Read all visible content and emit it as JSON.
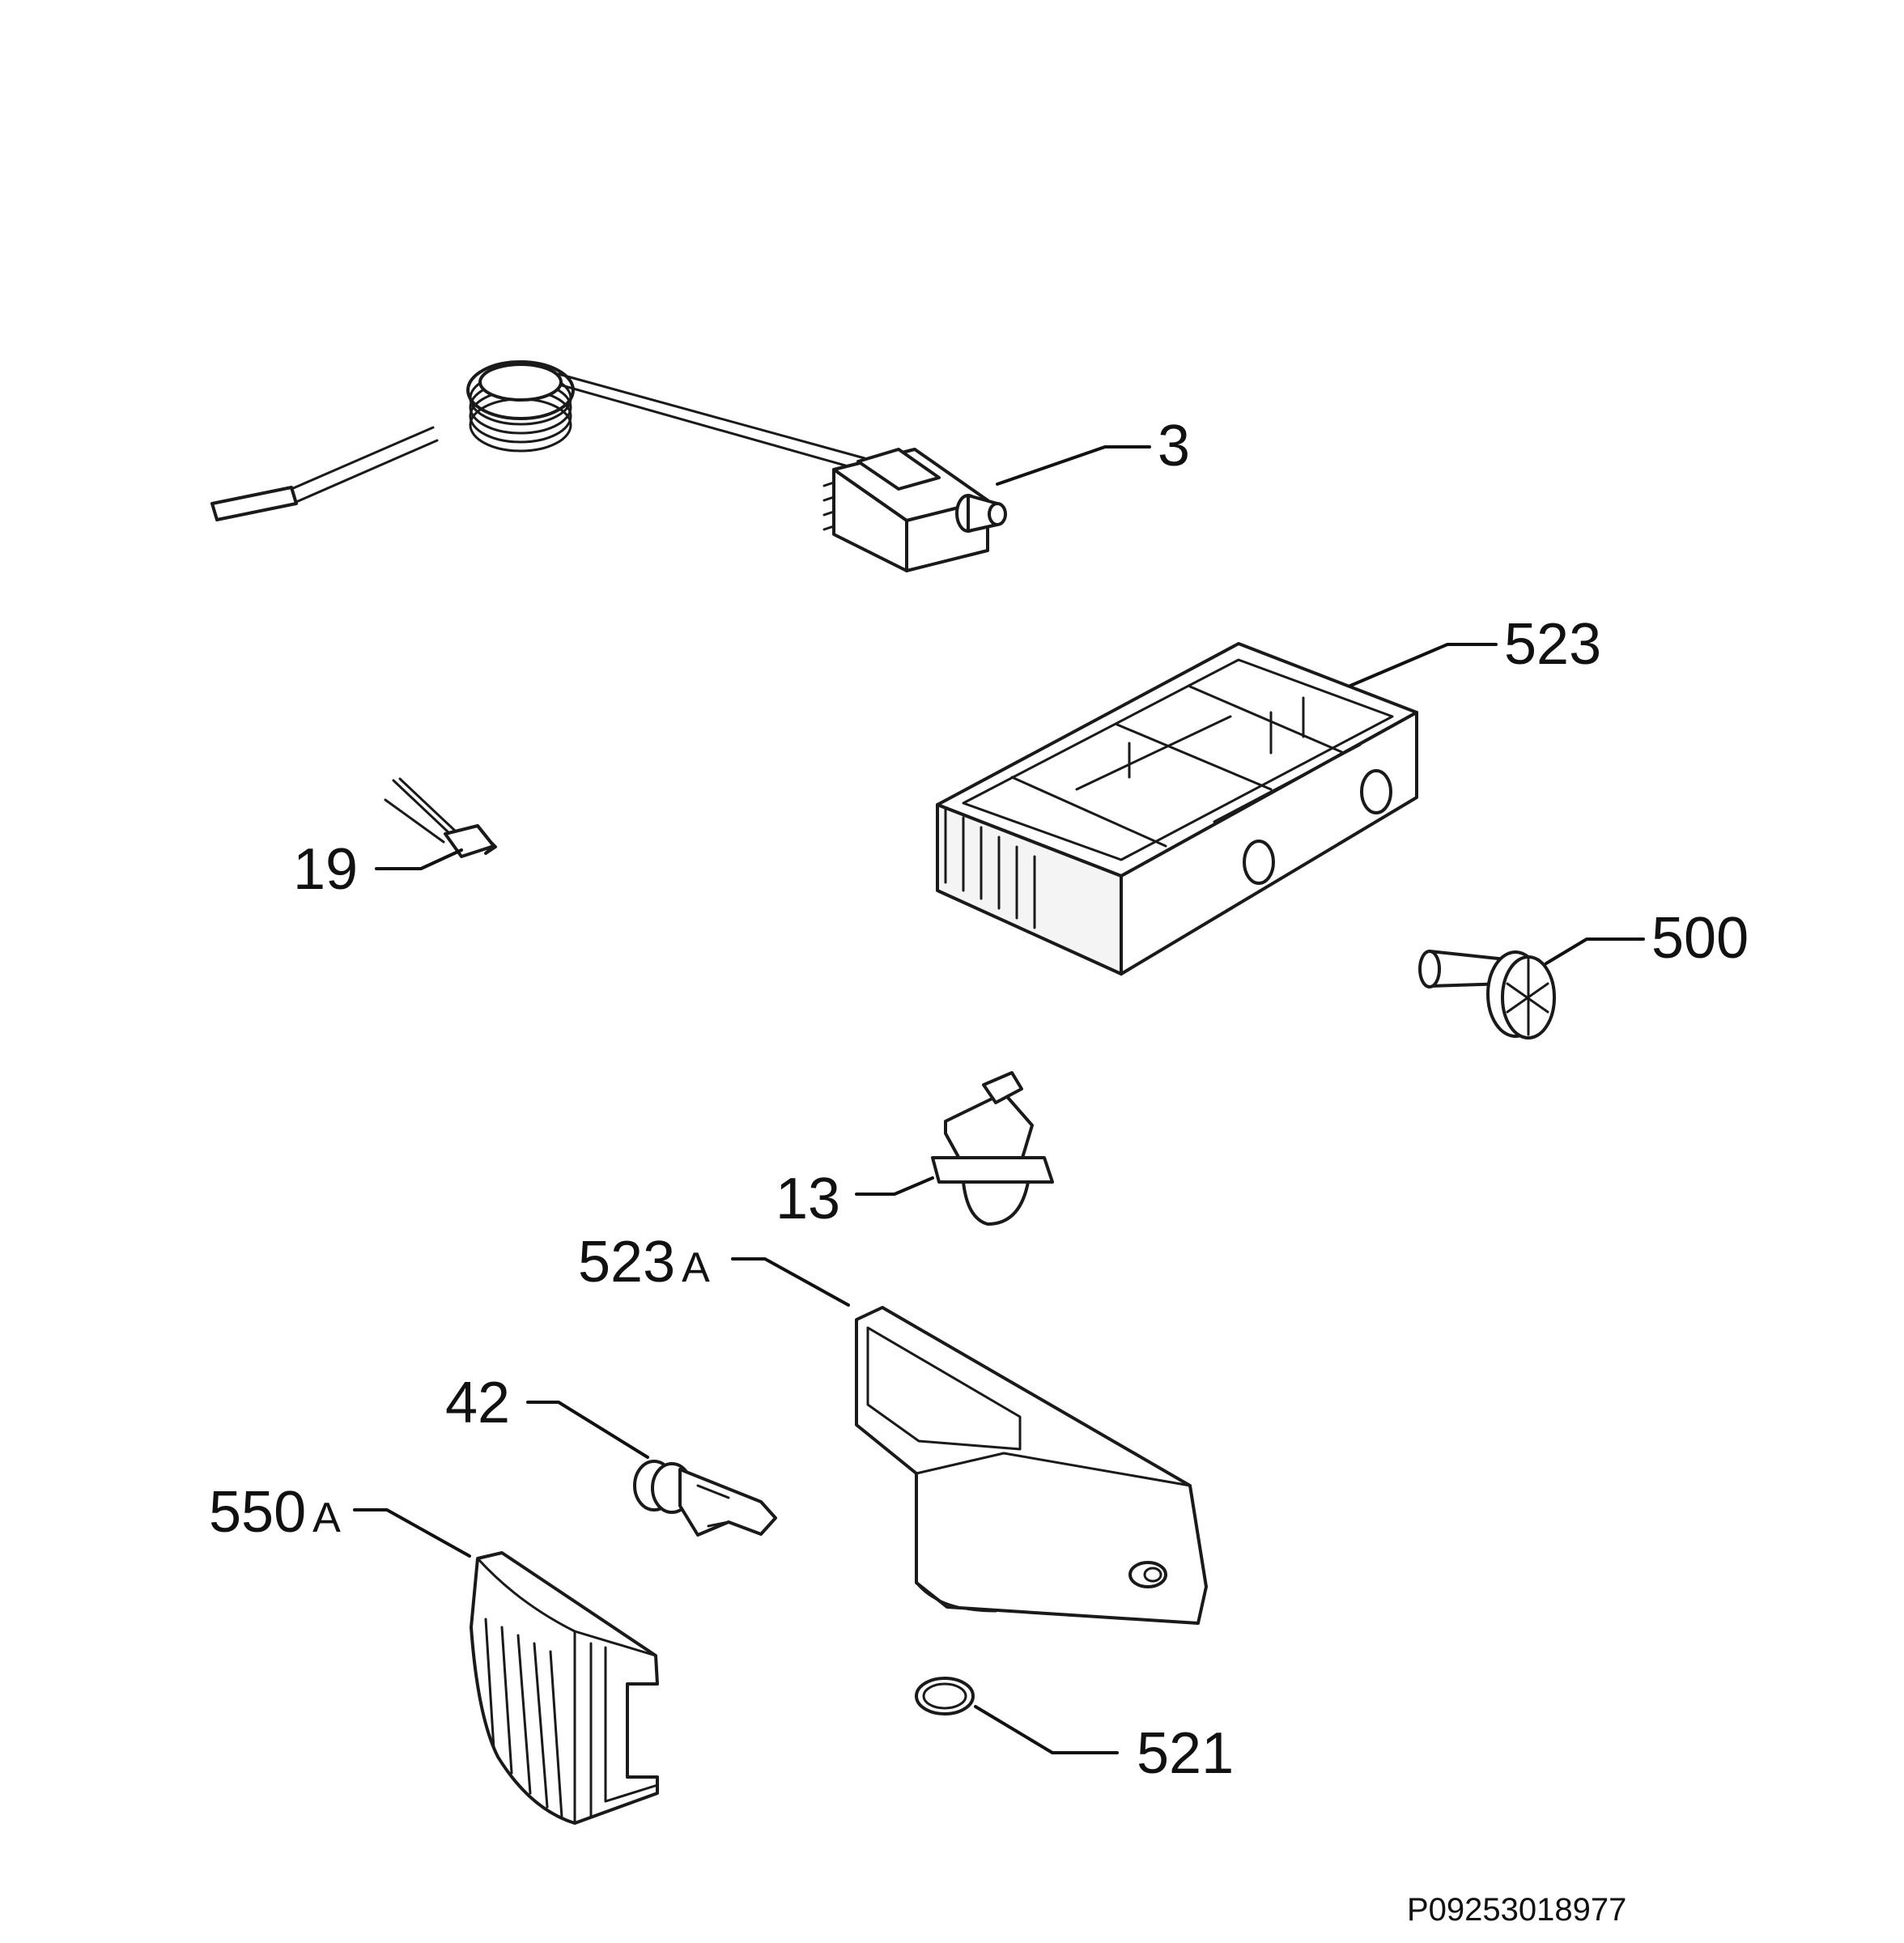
{
  "diagram": {
    "reference_code": "P09253018977",
    "parts": [
      {
        "id": "thermostat",
        "label": "3"
      },
      {
        "id": "housing",
        "label": "523"
      },
      {
        "id": "lamp",
        "label": "19"
      },
      {
        "id": "knob",
        "label": "500"
      },
      {
        "id": "switch",
        "label": "13"
      },
      {
        "id": "cover",
        "label": "523",
        "suffix": "A"
      },
      {
        "id": "lampholder",
        "label": "42"
      },
      {
        "id": "lamp-cover",
        "label": "550",
        "suffix": "A"
      },
      {
        "id": "o-ring",
        "label": "521"
      }
    ]
  }
}
